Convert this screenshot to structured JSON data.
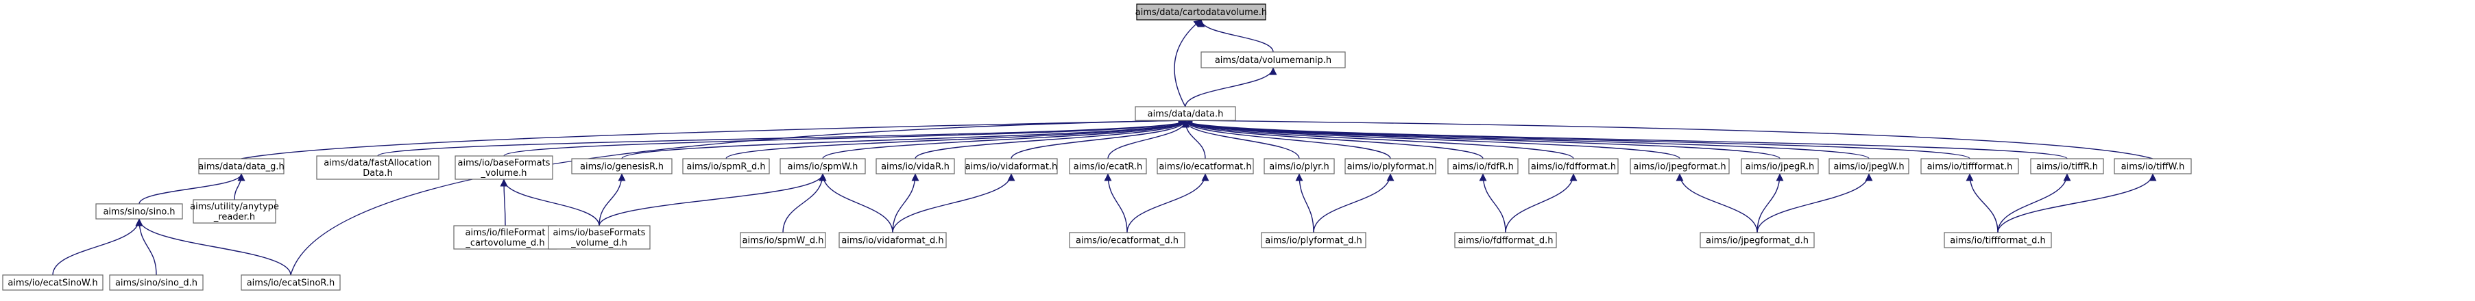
{
  "diagram": {
    "nodes": [
      {
        "id": "cartodatavolume",
        "lines": [
          "aims/data/cartodatavolume.h"
        ],
        "root": true
      },
      {
        "id": "volumemanip",
        "lines": [
          "aims/data/volumemanip.h"
        ]
      },
      {
        "id": "data",
        "lines": [
          "aims/data/data.h"
        ]
      },
      {
        "id": "data_g",
        "lines": [
          "aims/data/data_g.h"
        ]
      },
      {
        "id": "fastAllocationData",
        "lines": [
          "aims/data/fastAllocation",
          "Data.h"
        ]
      },
      {
        "id": "baseFormats_volume",
        "lines": [
          "aims/io/baseFormats",
          "_volume.h"
        ]
      },
      {
        "id": "genesisR",
        "lines": [
          "aims/io/genesisR.h"
        ]
      },
      {
        "id": "spmR_d",
        "lines": [
          "aims/io/spmR_d.h"
        ]
      },
      {
        "id": "spmW",
        "lines": [
          "aims/io/spmW.h"
        ]
      },
      {
        "id": "vidaR",
        "lines": [
          "aims/io/vidaR.h"
        ]
      },
      {
        "id": "vidaformat",
        "lines": [
          "aims/io/vidaformat.h"
        ]
      },
      {
        "id": "ecatR",
        "lines": [
          "aims/io/ecatR.h"
        ]
      },
      {
        "id": "ecatformat",
        "lines": [
          "aims/io/ecatformat.h"
        ]
      },
      {
        "id": "plyr",
        "lines": [
          "aims/io/plyr.h"
        ]
      },
      {
        "id": "plyformat",
        "lines": [
          "aims/io/plyformat.h"
        ]
      },
      {
        "id": "fdfR",
        "lines": [
          "aims/io/fdfR.h"
        ]
      },
      {
        "id": "fdfformat",
        "lines": [
          "aims/io/fdfformat.h"
        ]
      },
      {
        "id": "jpegformat",
        "lines": [
          "aims/io/jpegformat.h"
        ]
      },
      {
        "id": "jpegR",
        "lines": [
          "aims/io/jpegR.h"
        ]
      },
      {
        "id": "jpegW",
        "lines": [
          "aims/io/jpegW.h"
        ]
      },
      {
        "id": "tiffformat",
        "lines": [
          "aims/io/tiffformat.h"
        ]
      },
      {
        "id": "tiffR",
        "lines": [
          "aims/io/tiffR.h"
        ]
      },
      {
        "id": "tiffW",
        "lines": [
          "aims/io/tiffW.h"
        ]
      },
      {
        "id": "sino",
        "lines": [
          "aims/sino/sino.h"
        ]
      },
      {
        "id": "anytype_reader",
        "lines": [
          "aims/utility/anytype",
          "_reader.h"
        ]
      },
      {
        "id": "fileFormat_cartovolume_d",
        "lines": [
          "aims/io/fileFormat",
          "_cartovolume_d.h"
        ]
      },
      {
        "id": "baseFormats_volume_d",
        "lines": [
          "aims/io/baseFormats",
          "_volume_d.h"
        ]
      },
      {
        "id": "spmW_d",
        "lines": [
          "aims/io/spmW_d.h"
        ]
      },
      {
        "id": "vidaformat_d",
        "lines": [
          "aims/io/vidaformat_d.h"
        ]
      },
      {
        "id": "ecatformat_d",
        "lines": [
          "aims/io/ecatformat_d.h"
        ]
      },
      {
        "id": "plyformat_d",
        "lines": [
          "aims/io/plyformat_d.h"
        ]
      },
      {
        "id": "fdfformat_d",
        "lines": [
          "aims/io/fdfformat_d.h"
        ]
      },
      {
        "id": "jpegformat_d",
        "lines": [
          "aims/io/jpegformat_d.h"
        ]
      },
      {
        "id": "tiffformat_d",
        "lines": [
          "aims/io/tiffformat_d.h"
        ]
      },
      {
        "id": "ecatSinoW",
        "lines": [
          "aims/io/ecatSinoW.h"
        ]
      },
      {
        "id": "sino_d",
        "lines": [
          "aims/sino/sino_d.h"
        ]
      },
      {
        "id": "ecatSinoR",
        "lines": [
          "aims/io/ecatSinoR.h"
        ]
      }
    ],
    "edges": [
      [
        "volumemanip",
        "cartodatavolume"
      ],
      [
        "data",
        "cartodatavolume"
      ],
      [
        "data",
        "volumemanip"
      ],
      [
        "data_g",
        "data"
      ],
      [
        "fastAllocationData",
        "data"
      ],
      [
        "baseFormats_volume",
        "data"
      ],
      [
        "genesisR",
        "data"
      ],
      [
        "spmR_d",
        "data"
      ],
      [
        "spmW",
        "data"
      ],
      [
        "vidaR",
        "data"
      ],
      [
        "vidaformat",
        "data"
      ],
      [
        "ecatR",
        "data"
      ],
      [
        "ecatformat",
        "data"
      ],
      [
        "plyr",
        "data"
      ],
      [
        "plyformat",
        "data"
      ],
      [
        "fdfR",
        "data"
      ],
      [
        "fdfformat",
        "data"
      ],
      [
        "jpegformat",
        "data"
      ],
      [
        "jpegR",
        "data"
      ],
      [
        "jpegW",
        "data"
      ],
      [
        "tiffformat",
        "data"
      ],
      [
        "tiffR",
        "data"
      ],
      [
        "tiffW",
        "data"
      ],
      [
        "ecatSinoR",
        "data"
      ],
      [
        "sino",
        "data_g"
      ],
      [
        "anytype_reader",
        "data_g"
      ],
      [
        "fileFormat_cartovolume_d",
        "baseFormats_volume"
      ],
      [
        "baseFormats_volume_d",
        "baseFormats_volume"
      ],
      [
        "baseFormats_volume_d",
        "genesisR"
      ],
      [
        "baseFormats_volume_d",
        "spmW"
      ],
      [
        "spmW_d",
        "spmW"
      ],
      [
        "vidaformat_d",
        "spmW"
      ],
      [
        "vidaformat_d",
        "vidaR"
      ],
      [
        "vidaformat_d",
        "vidaformat"
      ],
      [
        "ecatformat_d",
        "ecatR"
      ],
      [
        "ecatformat_d",
        "ecatformat"
      ],
      [
        "plyformat_d",
        "plyr"
      ],
      [
        "plyformat_d",
        "plyformat"
      ],
      [
        "fdfformat_d",
        "fdfR"
      ],
      [
        "fdfformat_d",
        "fdfformat"
      ],
      [
        "jpegformat_d",
        "jpegformat"
      ],
      [
        "jpegformat_d",
        "jpegR"
      ],
      [
        "jpegformat_d",
        "jpegW"
      ],
      [
        "tiffformat_d",
        "tiffformat"
      ],
      [
        "tiffformat_d",
        "tiffR"
      ],
      [
        "tiffformat_d",
        "tiffW"
      ],
      [
        "ecatSinoW",
        "sino"
      ],
      [
        "sino_d",
        "sino"
      ],
      [
        "ecatSinoR",
        "sino"
      ]
    ]
  }
}
